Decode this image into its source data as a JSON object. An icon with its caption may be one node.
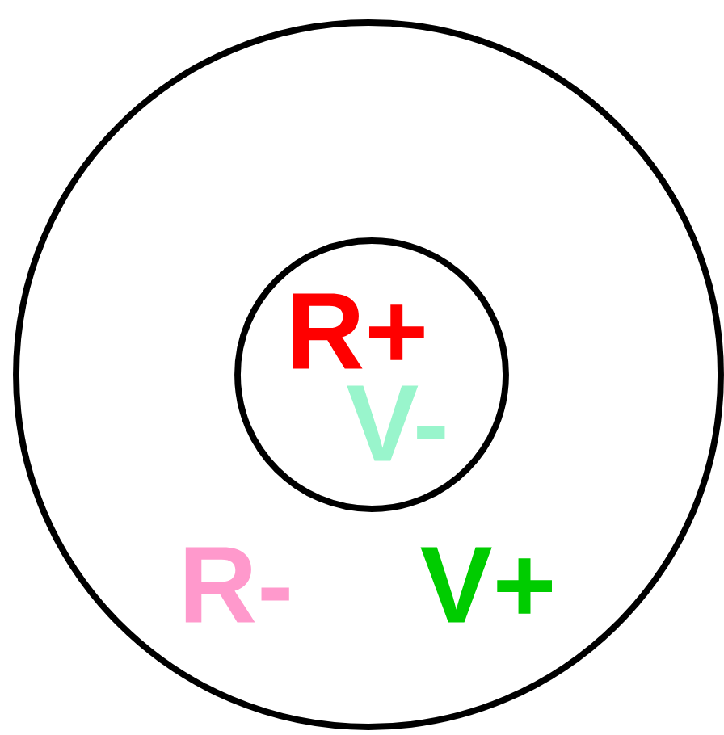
{
  "diagram": {
    "nodes": [
      {
        "text": [
          "R-",
          "V+"
        ]
      },
      {
        "text": [
          "R+",
          "V-"
        ],
        "in": 0
      }
    ]
  }
}
